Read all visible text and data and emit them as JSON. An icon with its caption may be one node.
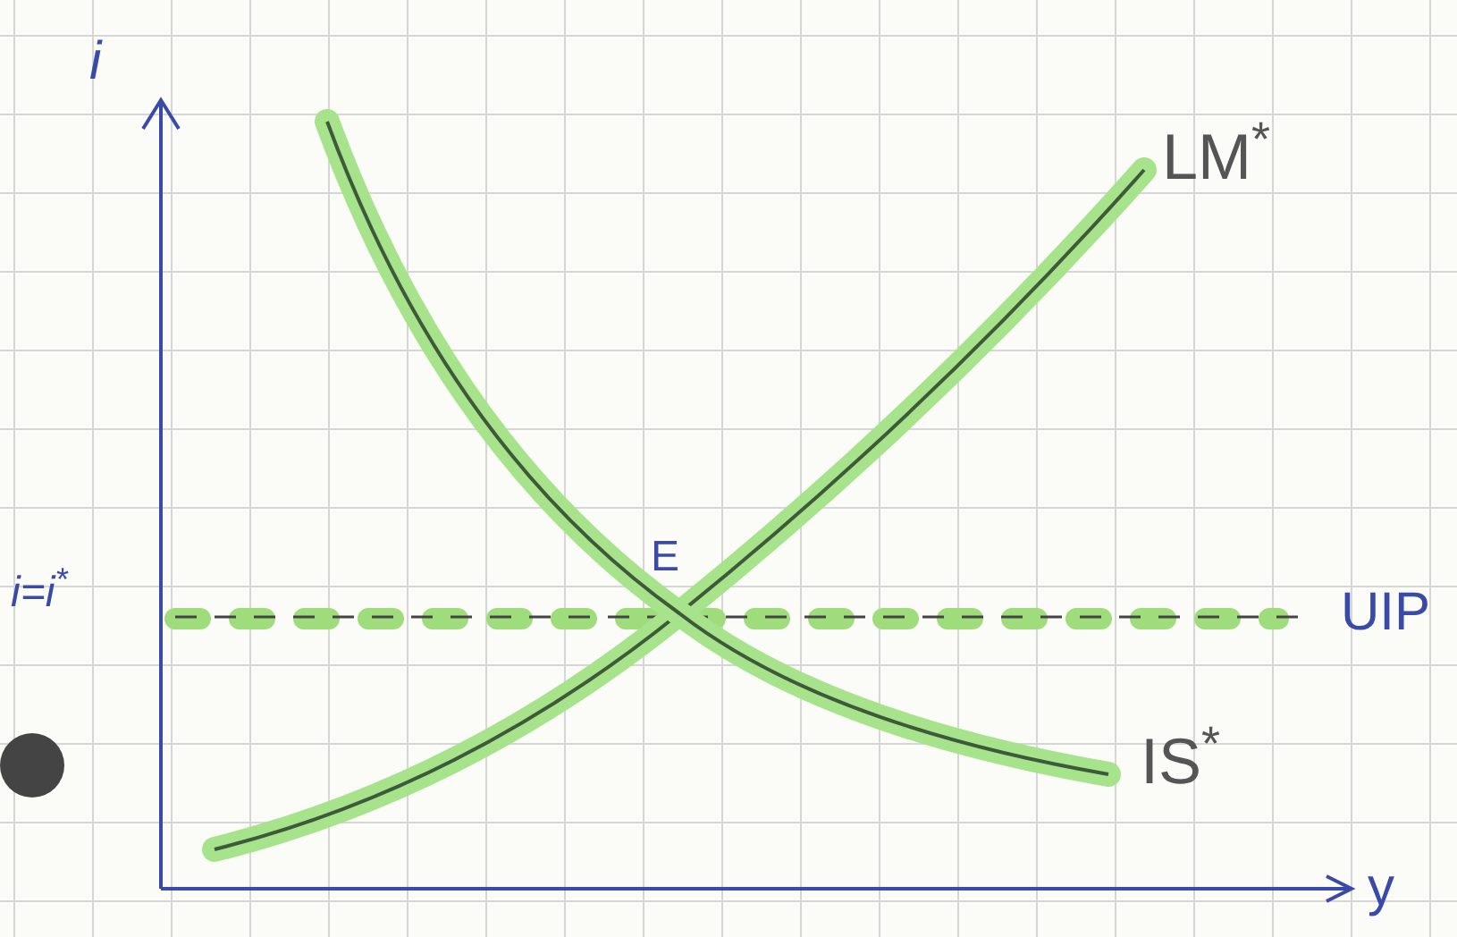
{
  "diagram": {
    "labels": [
      "i",
      "LM$^{*}$",
      "E",
      "i=i$^{*}$",
      "UIP",
      "IS$^{*}$",
      "y"
    ]
  }
}
